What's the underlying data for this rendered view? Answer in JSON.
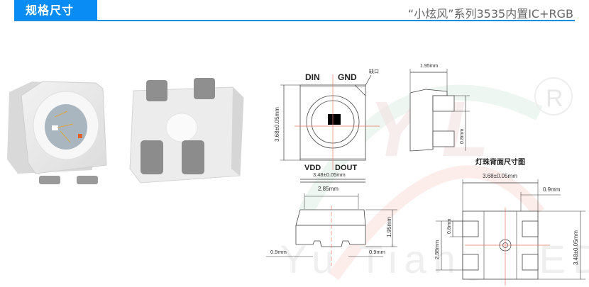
{
  "header": {
    "tab_label": "规格尺寸",
    "subtitle": "“小炫风”系列3535内置IC+RGB",
    "accent_color": "#0a8cf5"
  },
  "watermark": {
    "text": "YuLiang LED",
    "logo": "YL",
    "registered_mark": "®"
  },
  "product_images": {
    "front_view": "led-front-view",
    "back_view": "led-back-view"
  },
  "top_view": {
    "pins": {
      "top_left": "DIN",
      "top_right": "GND",
      "bottom_left": "VDD",
      "bottom_right": "DOUT"
    },
    "notch_label": "缺口",
    "height_dim": "3.68±0.05mm",
    "width_dim": "3.48±0.05mm"
  },
  "side_view": {
    "depth_dim": "1.95mm",
    "pad_dim": "0.8mm"
  },
  "front_profile": {
    "lens_width_dim": "2.85mm",
    "height_dim": "1.95mm",
    "left_pad_dim": "0.9mm",
    "right_pad_dim": "0.9mm"
  },
  "back_view": {
    "title": "灯珠背面尺寸图",
    "width_dim": "3.68±0.05mm",
    "pad_width_dim": "0.9mm",
    "pad_height_dim": "0.8mm",
    "pad_span_dim": "2.58mm",
    "height_dim": "3.48±0.05mm"
  }
}
